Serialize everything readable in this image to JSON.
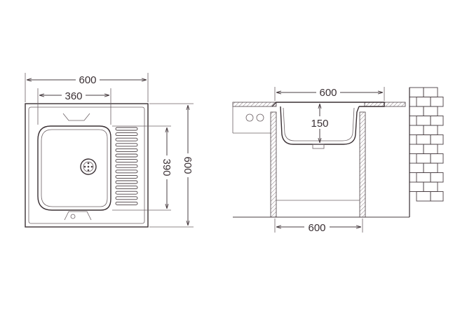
{
  "top_view": {
    "total_width_label": "600",
    "bowl_width_label": "360",
    "bowl_length_label": "390",
    "total_length_label": "600"
  },
  "side_view": {
    "countertop_width_label": "600",
    "bowl_depth_label": "150",
    "cabinet_width_label": "600"
  },
  "colors": {
    "line": "#4a3f43",
    "text": "#3a3034",
    "hatch": "#8a7e82"
  }
}
